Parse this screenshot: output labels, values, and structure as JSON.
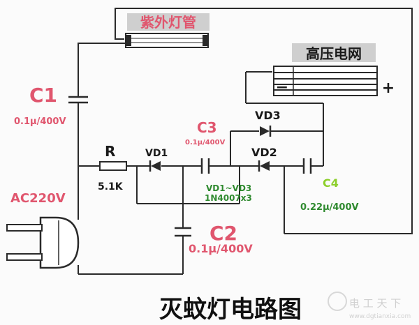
{
  "diagram": {
    "title": "灭蚊灯电路图",
    "uv_lamp_label": "紫外灯管",
    "grid_label": "高压电网",
    "grid_minus": "−",
    "grid_plus": "+",
    "c1_name": "C1",
    "c1_value": "0.1μ/400V",
    "r_name": "R",
    "r_value": "5.1K",
    "vd1_name": "VD1",
    "c3_name": "C3",
    "c3_value": "0.1μ/400V",
    "vd3_name": "VD3",
    "vd2_name": "VD2",
    "c4_name": "C4",
    "c4_value": "0.22μ/400V",
    "diode_note_line1": "VD1~VD3",
    "diode_note_line2": "1N4007x3",
    "c2_name": "C2",
    "c2_value": "0.1μ/400V",
    "source_label": "AC220V",
    "watermark_cn": "电 工 天 下",
    "watermark_url": "www.dgtianxia.com",
    "colors": {
      "wire": "#2a2a2a",
      "pink": "#e0566e",
      "green": "#2f8a2f",
      "lime": "#8ccf2a",
      "label_bg": "#cfcfcf",
      "dark_text": "#1a1a1a"
    }
  }
}
